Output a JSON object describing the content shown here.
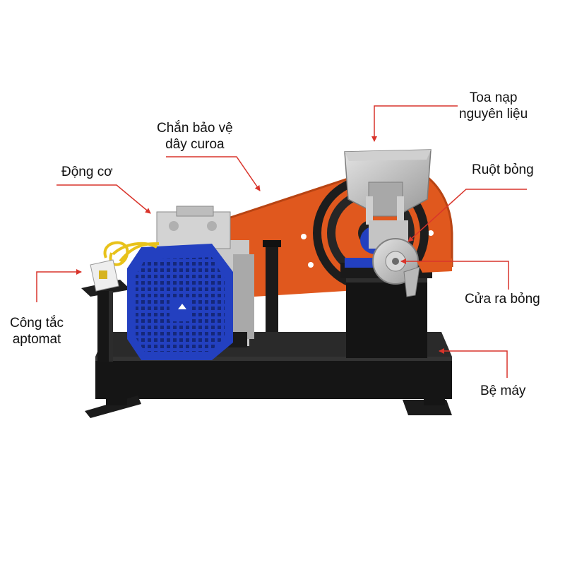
{
  "labels": {
    "toa_nap": [
      "Toa nạp",
      "nguyên liệu"
    ],
    "chan_bao_ve": [
      "Chắn bảo vệ",
      "dây curoa"
    ],
    "dong_co": "Động cơ",
    "ruot_bong": "Ruột bỏng",
    "cong_tac": [
      "Công tắc",
      "aptomat"
    ],
    "cua_ra_bong": "Cửa ra bỏng",
    "be_may": "Bệ máy"
  },
  "colors": {
    "callout": "#d9342b",
    "motor_blue": "#2340c0",
    "frame_black": "#151515",
    "guard_orange": "#e0581e",
    "hopper_steel": "#bcbcbc",
    "cable_yellow": "#e8c21a"
  }
}
